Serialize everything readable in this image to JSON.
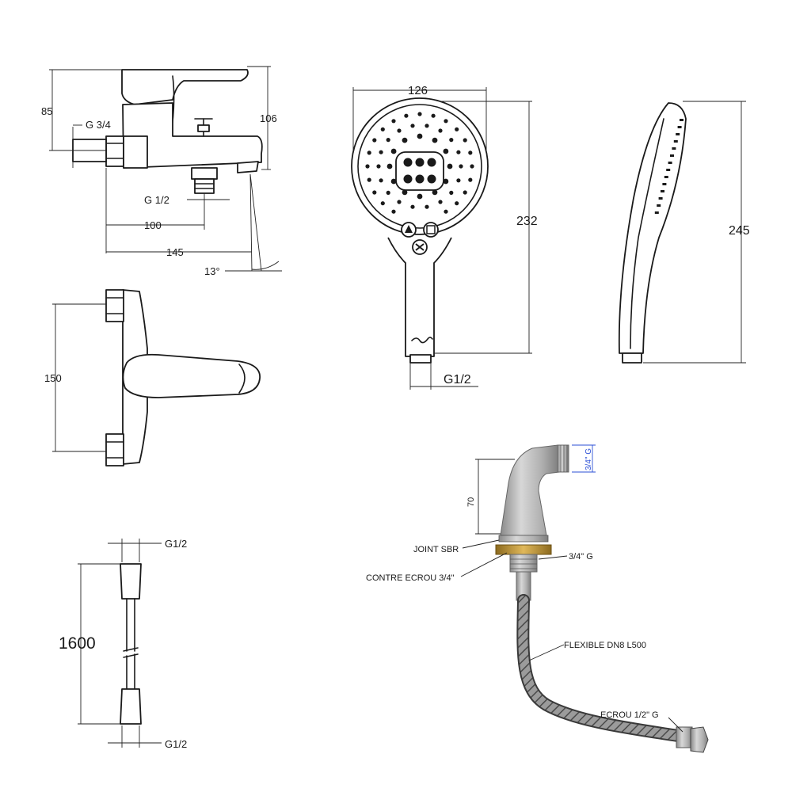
{
  "bath_mixer": {
    "side_view": {
      "dim_height_body": "85",
      "dim_height_total": "106",
      "inlet_thread": "G 3/4",
      "outlet_thread": "G 1/2",
      "dim_outlet_offset": "100",
      "dim_spout_reach": "145",
      "spout_angle": "13°"
    },
    "top_view": {
      "dim_centers": "150"
    }
  },
  "hand_shower": {
    "front_view": {
      "dim_width": "126",
      "dim_length": "232",
      "connection_thread": "G1/2"
    },
    "side_view": {
      "dim_length": "245"
    }
  },
  "shower_hose": {
    "top_thread": "G1/2",
    "length": "1600",
    "bottom_thread": "G1/2"
  },
  "elbow_connector": {
    "dim_height": "70",
    "outlet_thread": "3/4\" G",
    "thread_label": "3/4\" G",
    "callouts": {
      "joint": "JOINT SBR",
      "locknut": "CONTRE ECROU 3/4\"",
      "flexible": "FLEXIBLE DN8 L500",
      "nut": "ECROU 1/2\" G"
    }
  },
  "colors": {
    "line": "#1a1a1a",
    "dimension_blue": "#2b4fd6",
    "brass": "#c89b3c",
    "chrome": "#a9a9a9"
  }
}
